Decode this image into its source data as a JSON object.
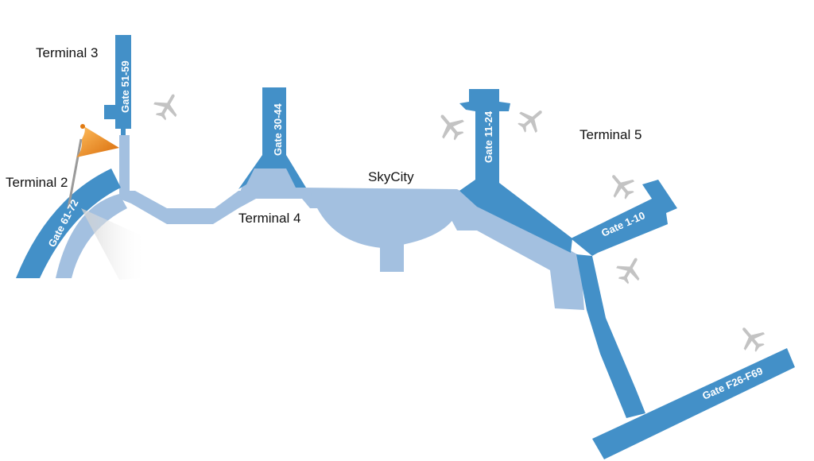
{
  "colors": {
    "dark_concourse": "#4390c8",
    "light_concourse": "#a3c0e0",
    "airplane": "#c3c3c3",
    "flag": "#f08a18",
    "label": "#111111"
  },
  "terminals": {
    "t2": "Terminal 2",
    "t3": "Terminal 3",
    "t4": "Terminal 4",
    "t5": "Terminal 5",
    "skycity": "SkyCity"
  },
  "gates": {
    "g61_72": "Gate 61-72",
    "g51_59": "Gate 51-59",
    "g30_44": "Gate 30-44",
    "g11_24": "Gate 11-24",
    "g1_10": "Gate 1-10",
    "gF26_F69": "Gate F26-F69"
  },
  "markers": {
    "location_flag": "flag-pin-icon",
    "airplane": "airplane-icon"
  }
}
